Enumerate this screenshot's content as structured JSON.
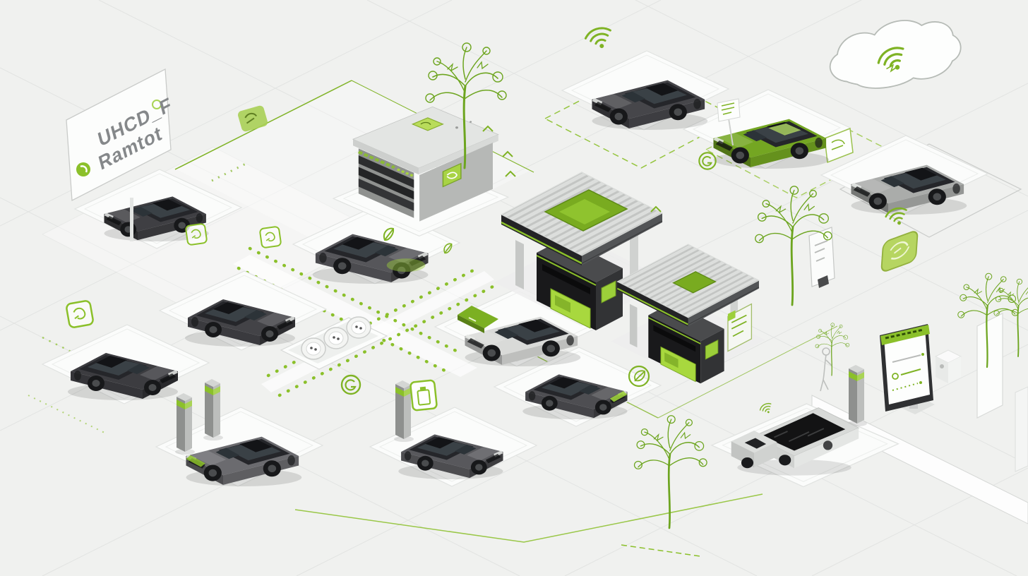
{
  "scene": {
    "description": "Isometric illustration of a connected electric-vehicle charging ecosystem",
    "style": "green and gray line-art isometric city block"
  },
  "colors": {
    "background": "#f0f1ef",
    "accent_green": "#7fb324",
    "accent_green_light": "#a9d455",
    "solar_green": "#79ab20",
    "structure_gray": "#c8cac8",
    "dark_charcoal": "#1a1a1c",
    "car_dark_gray": "#46464a",
    "car_silver": "#aaacaa",
    "car_green": "#74a622",
    "car_white": "#d9dad8"
  },
  "sign_board": {
    "line1": "UHCD_F",
    "line2": "Ramtot"
  },
  "cloud": {
    "name": "connected-cloud",
    "icon": "wifi-scribble"
  },
  "buildings": {
    "battery_storage_building": {
      "badge": "green-logo-tile",
      "roof_badge": "green-logo-tile"
    },
    "charging_canopies": [
      {
        "roof": "corrugated",
        "solar_panel": true,
        "kiosk_screen": "green"
      },
      {
        "roof": "corrugated",
        "solar_panel": true,
        "side_sign": "green-lines"
      }
    ],
    "info_kiosk": {
      "header": "green-band",
      "list_rows": 3
    }
  },
  "vehicles": {
    "cars": [
      {
        "color": "dark-gray",
        "position": "top-left"
      },
      {
        "color": "dark-gray",
        "position": "top-center",
        "wifi": true
      },
      {
        "color": "green",
        "position": "top-right",
        "flag_card": true
      },
      {
        "color": "silver",
        "position": "right"
      },
      {
        "color": "dark-gray",
        "position": "center-left",
        "green_glow": true
      },
      {
        "color": "dark-gray",
        "position": "mid-left"
      },
      {
        "color": "dark-gray",
        "position": "left"
      },
      {
        "color": "gray",
        "position": "bottom-left",
        "green_bumper": true
      },
      {
        "color": "white",
        "position": "center",
        "green_roof_sign": true
      },
      {
        "color": "dark-gray",
        "position": "center-bottom",
        "green_grille": true
      },
      {
        "color": "gray",
        "position": "bottom-center"
      }
    ],
    "truck": {
      "color": "light-gray",
      "cargo": "dark",
      "position": "bottom-right"
    }
  },
  "equipment": {
    "charging_posts": 4,
    "ground_sockets": 3,
    "trees": 6
  },
  "icons": [
    "wifi-icon",
    "cloud-icon",
    "battery-tile-icon",
    "leaf-icon",
    "leaf-circle-icon",
    "app-tile-icon",
    "qr-card-icon",
    "chevron-marks",
    "green-dotted-road",
    "solar-panel"
  ]
}
